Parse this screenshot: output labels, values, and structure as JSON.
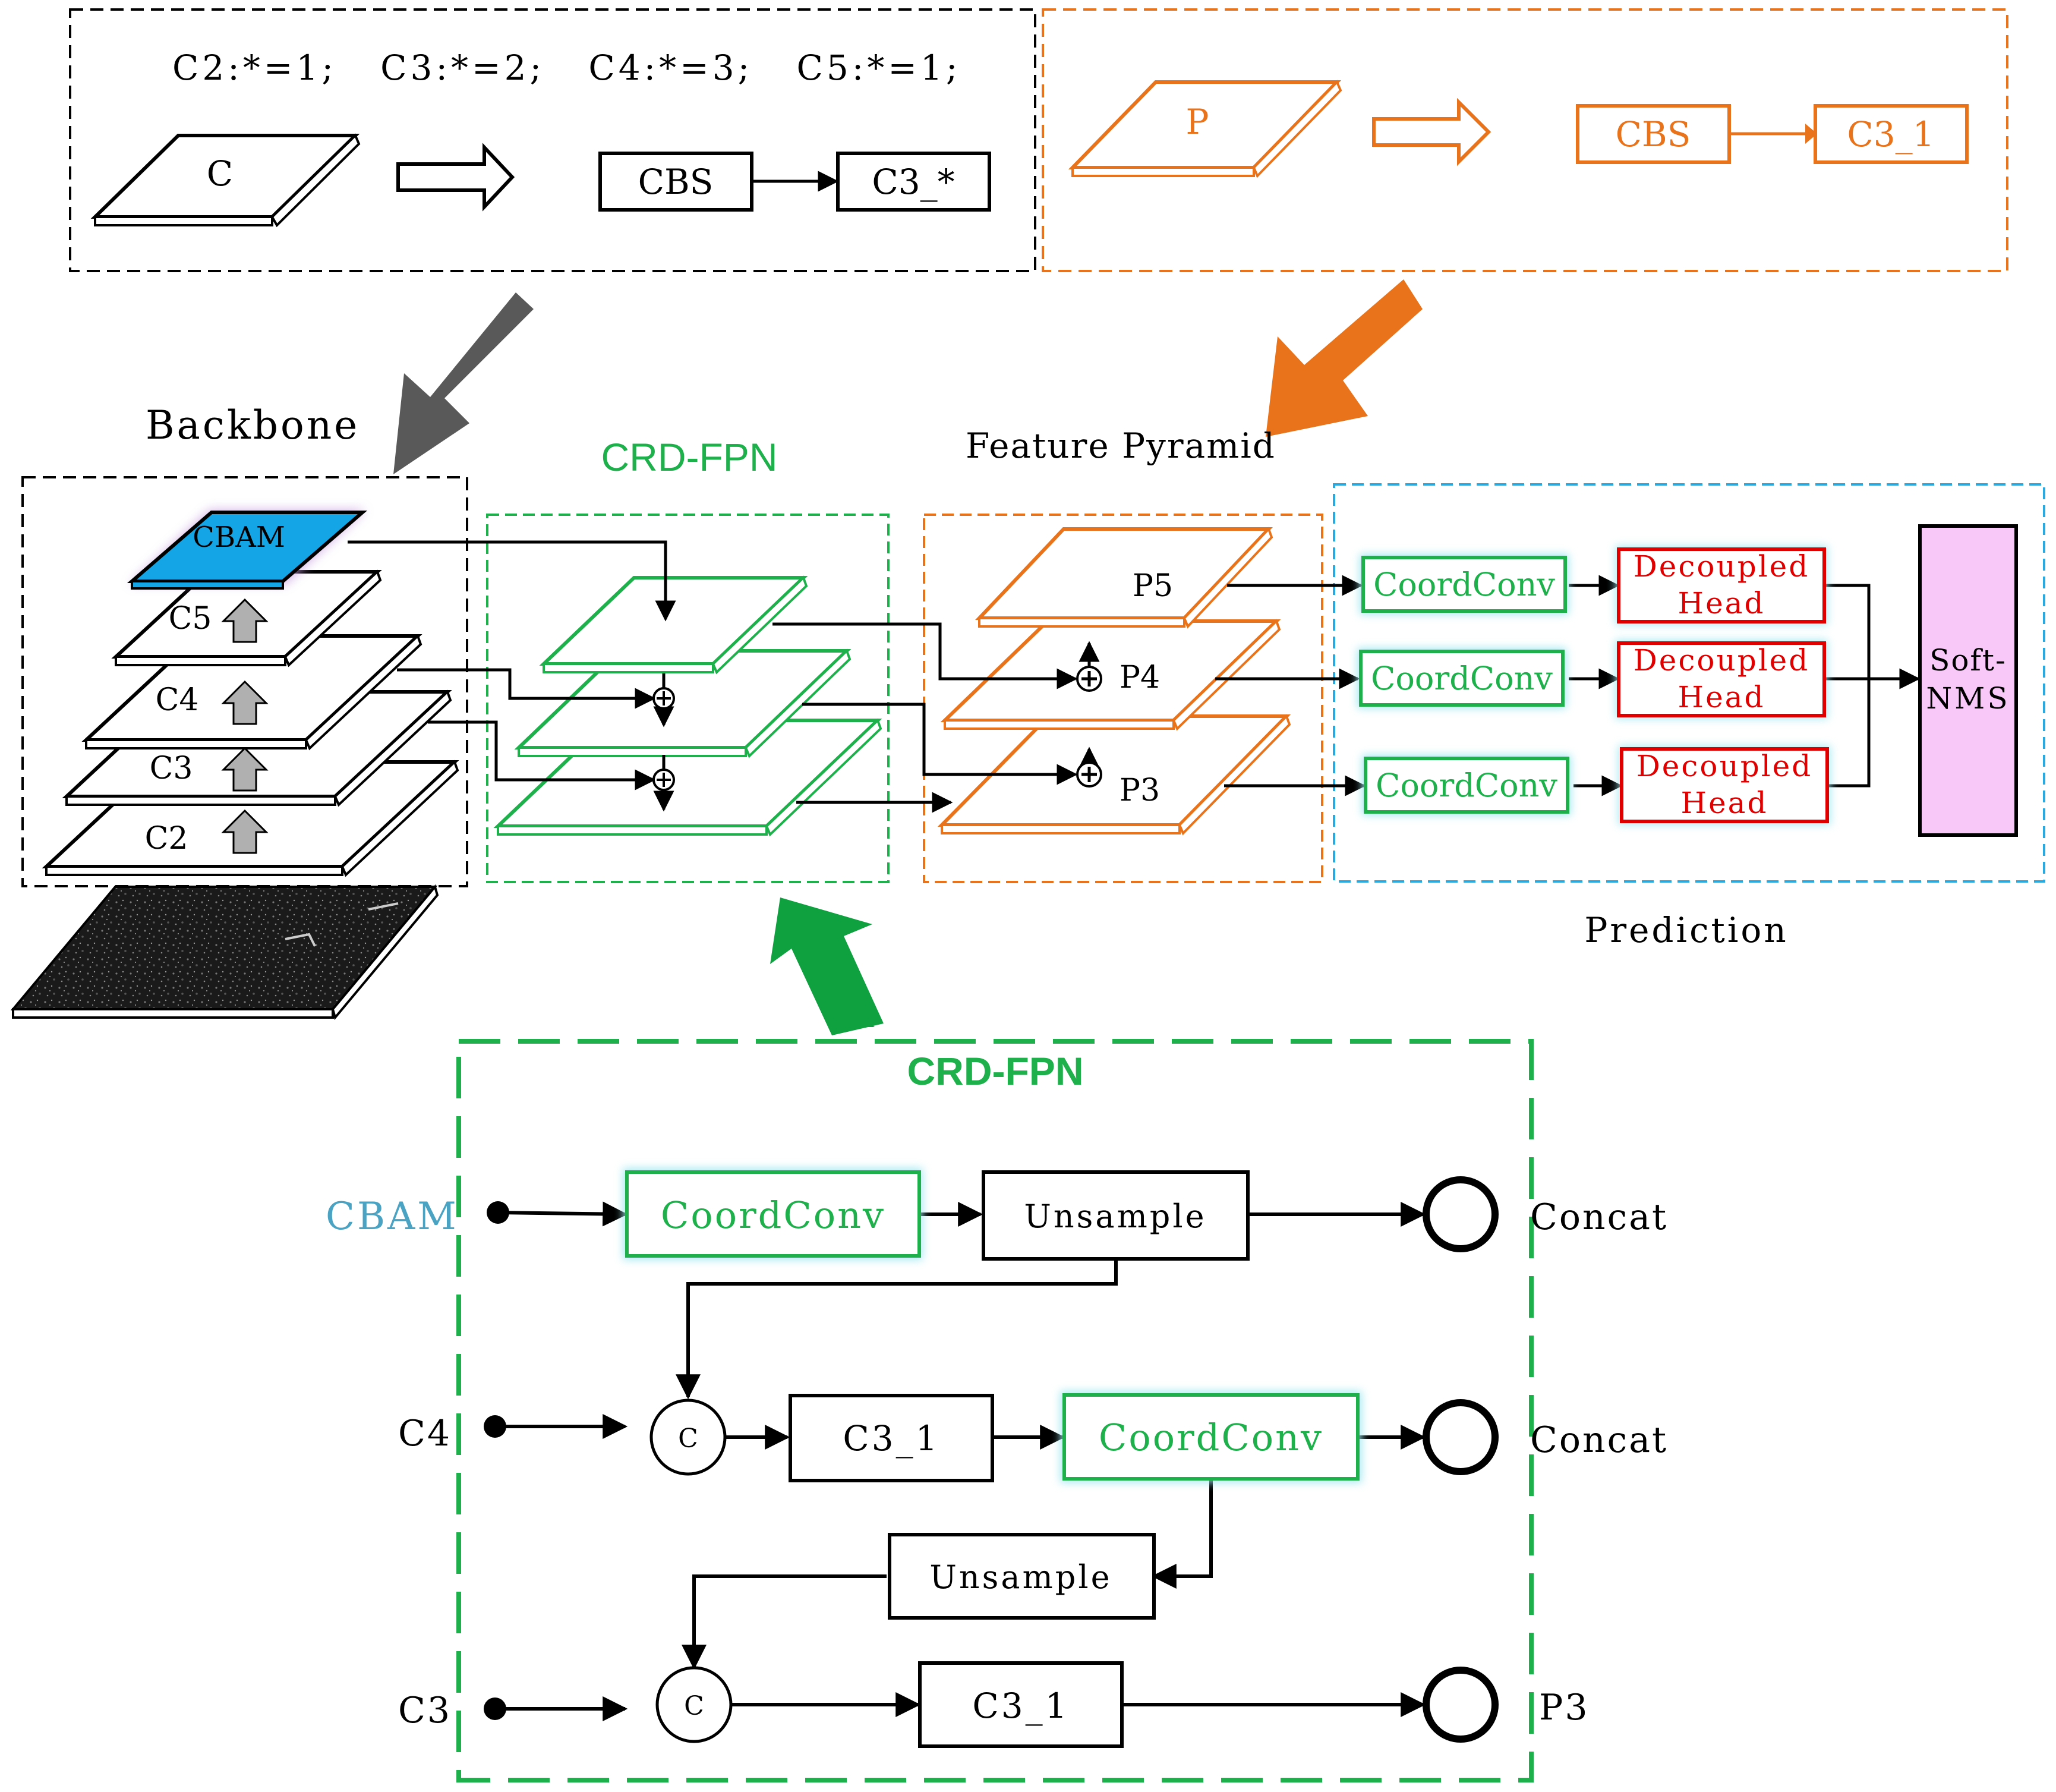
{
  "colors": {
    "black": "#000000",
    "orange": "#E8731A",
    "green": "#1DB04B",
    "dark_green": "#0FA040",
    "gray_arrow": "#595959",
    "cbam_fill": "#14A5E6",
    "cyan_border": "#2AA8E0",
    "red": "#E00000",
    "nms_fill": "#F8C8F8",
    "cbam_label": "#4BA3C3"
  },
  "top_left_legend": {
    "rule": "C2:*=1;   C3:*=2;   C4:*=3;   C5:*=1;",
    "plate": "C",
    "box1": "CBS",
    "box2": "C3_*"
  },
  "top_right_legend": {
    "plate": "P",
    "box1": "CBS",
    "box2": "C3_1"
  },
  "backbone": {
    "title": "Backbone",
    "layers": [
      "CBAM",
      "C5",
      "C4",
      "C3",
      "C2"
    ]
  },
  "crd_fpn_top": {
    "title": "CRD-FPN"
  },
  "feature_pyramid": {
    "title": "Feature Pyramid",
    "levels": [
      "P5",
      "P4",
      "P3"
    ]
  },
  "prediction": {
    "title": "Prediction",
    "coordconv": [
      "CoordConv",
      "CoordConv",
      "CoordConv"
    ],
    "heads": [
      {
        "line1": "Decoupled",
        "line2": "Head"
      },
      {
        "line1": "Decoupled",
        "line2": "Head"
      },
      {
        "line1": "Decoupled",
        "line2": "Head"
      }
    ],
    "nms": {
      "line1": "Soft-",
      "line2": "NMS"
    }
  },
  "detail": {
    "title": "CRD-FPN",
    "inputs": [
      "CBAM",
      "C4",
      "C3"
    ],
    "row1": {
      "box1": "CoordConv",
      "box2": "Unsample",
      "output": "Concat"
    },
    "row2": {
      "concat": "C",
      "box1": "C3_1",
      "box2": "CoordConv",
      "output": "Concat"
    },
    "unsample2": "Unsample",
    "row3": {
      "concat": "C",
      "box1": "C3_1",
      "output": "P3"
    }
  }
}
